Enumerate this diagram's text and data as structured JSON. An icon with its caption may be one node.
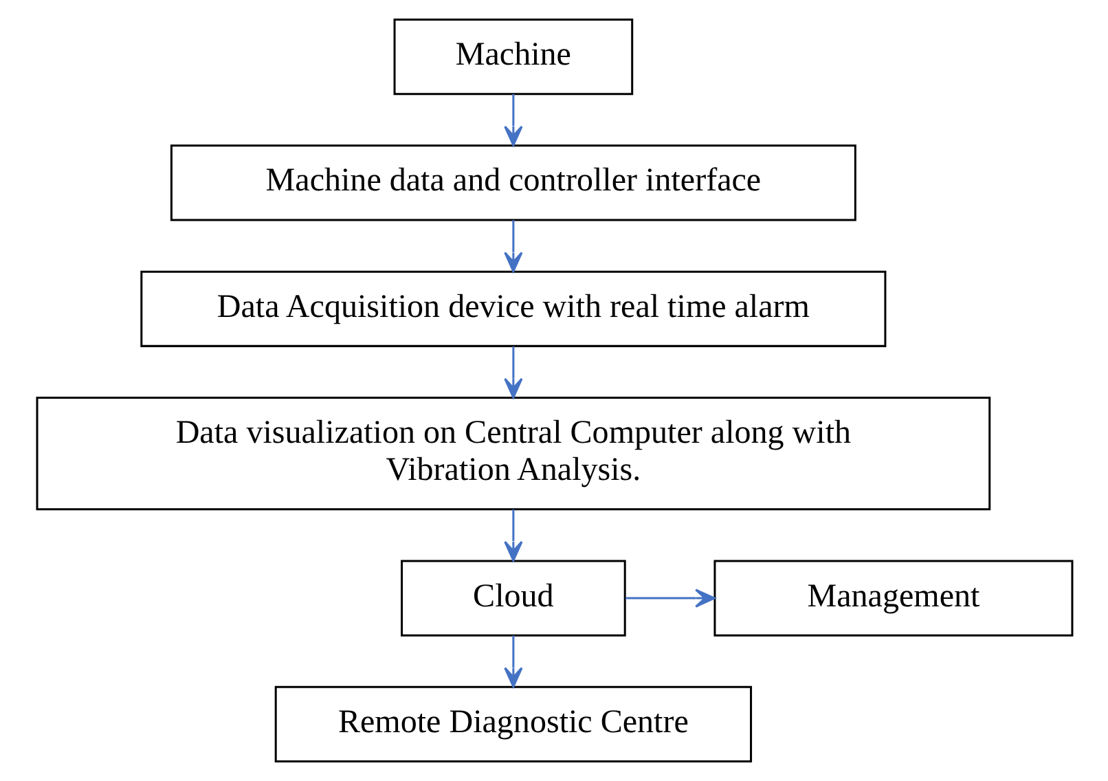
{
  "diagram": {
    "nodes": [
      {
        "text": [
          "Machine"
        ]
      },
      {
        "text": [
          "Machine data and controller interface"
        ]
      },
      {
        "text": [
          "Data Acquisition device with real time alarm"
        ]
      },
      {
        "text": [
          "Data visualization on Central Computer along with Vibration Analysis."
        ]
      },
      {
        "text": [
          "Cloud"
        ]
      },
      {
        "text": [
          "Management"
        ]
      },
      {
        "text": [
          "Remote Diagnostic Centre"
        ]
      }
    ],
    "edges": [
      {
        "from": 0,
        "to": 1,
        "arrow": "to"
      },
      {
        "from": 1,
        "to": 2,
        "arrow": "to"
      },
      {
        "from": 2,
        "to": 3,
        "arrow": "to"
      },
      {
        "from": 3,
        "to": 4,
        "arrow": "to"
      },
      {
        "from": 4,
        "to": 5,
        "arrow": "to"
      },
      {
        "from": 4,
        "to": 6,
        "arrow": "to"
      }
    ]
  }
}
